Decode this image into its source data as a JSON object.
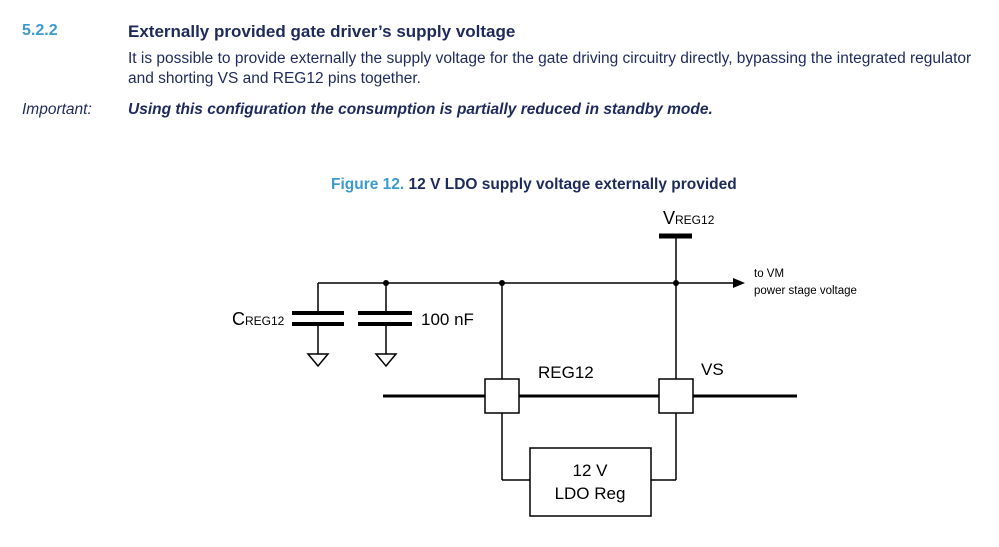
{
  "section": {
    "number": "5.2.2",
    "title": "Externally provided gate driver’s supply voltage",
    "body": "It is possible to provide externally the supply voltage for the gate driving circuitry directly, bypassing the integrated regulator and shorting VS and REG12 pins together."
  },
  "important": {
    "label": "Important:",
    "text": "Using this configuration the consumption is partially reduced in standby mode."
  },
  "figure": {
    "number": "Figure 12.",
    "title": "12 V LDO supply voltage externally provided",
    "labels": {
      "vreg_main": "V",
      "vreg_sub": "REG12",
      "to_vm_line1": "to VM",
      "to_vm_line2": "power stage voltage",
      "creg_main": "C",
      "creg_sub": "REG12",
      "cap_value": "100 nF",
      "pin_reg12": "REG12",
      "pin_vs": "VS",
      "ldo_line1": "12 V",
      "ldo_line2": "LDO Reg"
    }
  },
  "colors": {
    "accent": "#3d9ad1",
    "text": "#1f2a5c",
    "schematic": "#000000"
  }
}
